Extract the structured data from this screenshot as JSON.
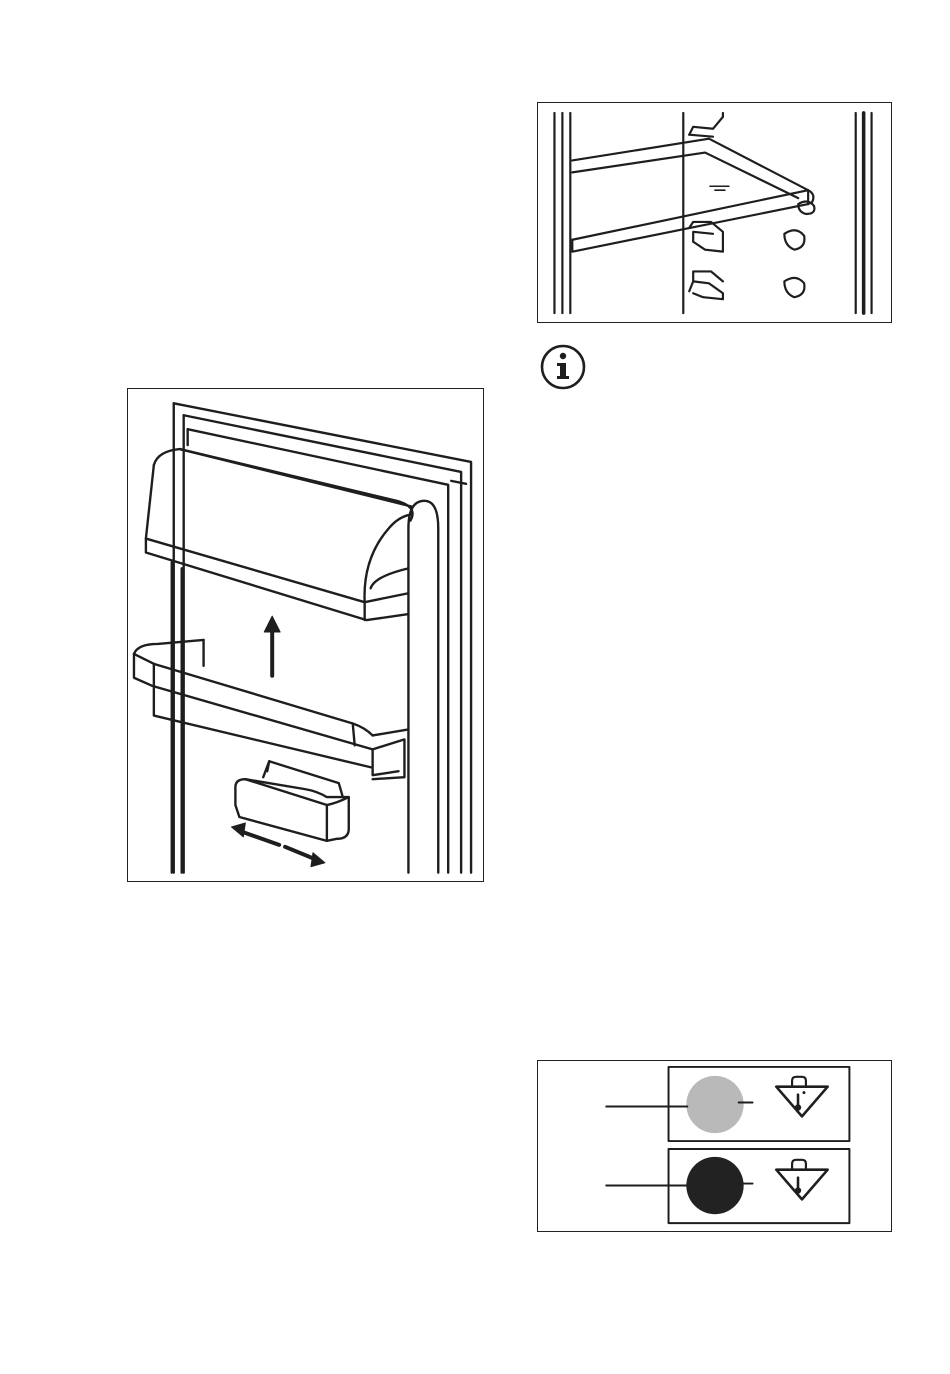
{
  "page": {
    "background": "#ffffff",
    "line_color": "#222222"
  },
  "figures": {
    "door_shelf": {
      "icon": "up-arrow-and-slide-arrows"
    },
    "glass_shelf": {
      "icon": "glass-shelf-on-supports"
    },
    "temperature_indicator": {
      "icon": "thermometer-drop-icon",
      "states": [
        {
          "name": "light",
          "color": "#b9b9b9"
        },
        {
          "name": "dark",
          "color": "#222222"
        }
      ]
    }
  },
  "info": {
    "icon": "info-icon"
  }
}
